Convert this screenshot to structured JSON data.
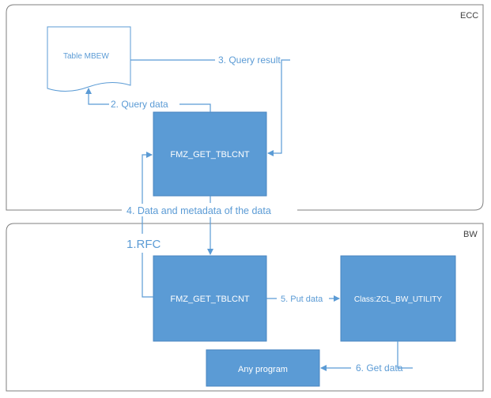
{
  "colors": {
    "line": "#5b9bd5",
    "box_fill": "#5b9bd5",
    "box_stroke": "#4a86c0",
    "container_stroke": "#7f7f7f",
    "label_text": "#5b9bd5",
    "zone_label_text": "#404040",
    "box_text": "#ffffff",
    "doc_text": "#5b9bd5"
  },
  "zones": {
    "ecc": {
      "label": "ECC"
    },
    "bw": {
      "label": "BW"
    }
  },
  "nodes": {
    "table_mbew": {
      "label": "Table MBEW",
      "shape": "document"
    },
    "fm_ecc": {
      "label": "FMZ_GET_TBLCNT",
      "shape": "box"
    },
    "fm_bw": {
      "label": "FMZ_GET_TBLCNT",
      "shape": "box"
    },
    "class_util": {
      "label": "Class:ZCL_BW_UTILITY",
      "shape": "box"
    },
    "any_program": {
      "label": "Any program",
      "shape": "box"
    }
  },
  "edges": {
    "rfc": {
      "label": "1.RFC"
    },
    "query_data": {
      "label": "2. Query data"
    },
    "query_result": {
      "label": "3. Query result"
    },
    "data_meta": {
      "label": "4. Data and metadata of the data"
    },
    "put_data": {
      "label": "5. Put data"
    },
    "get_data": {
      "label": "6. Get data"
    }
  }
}
